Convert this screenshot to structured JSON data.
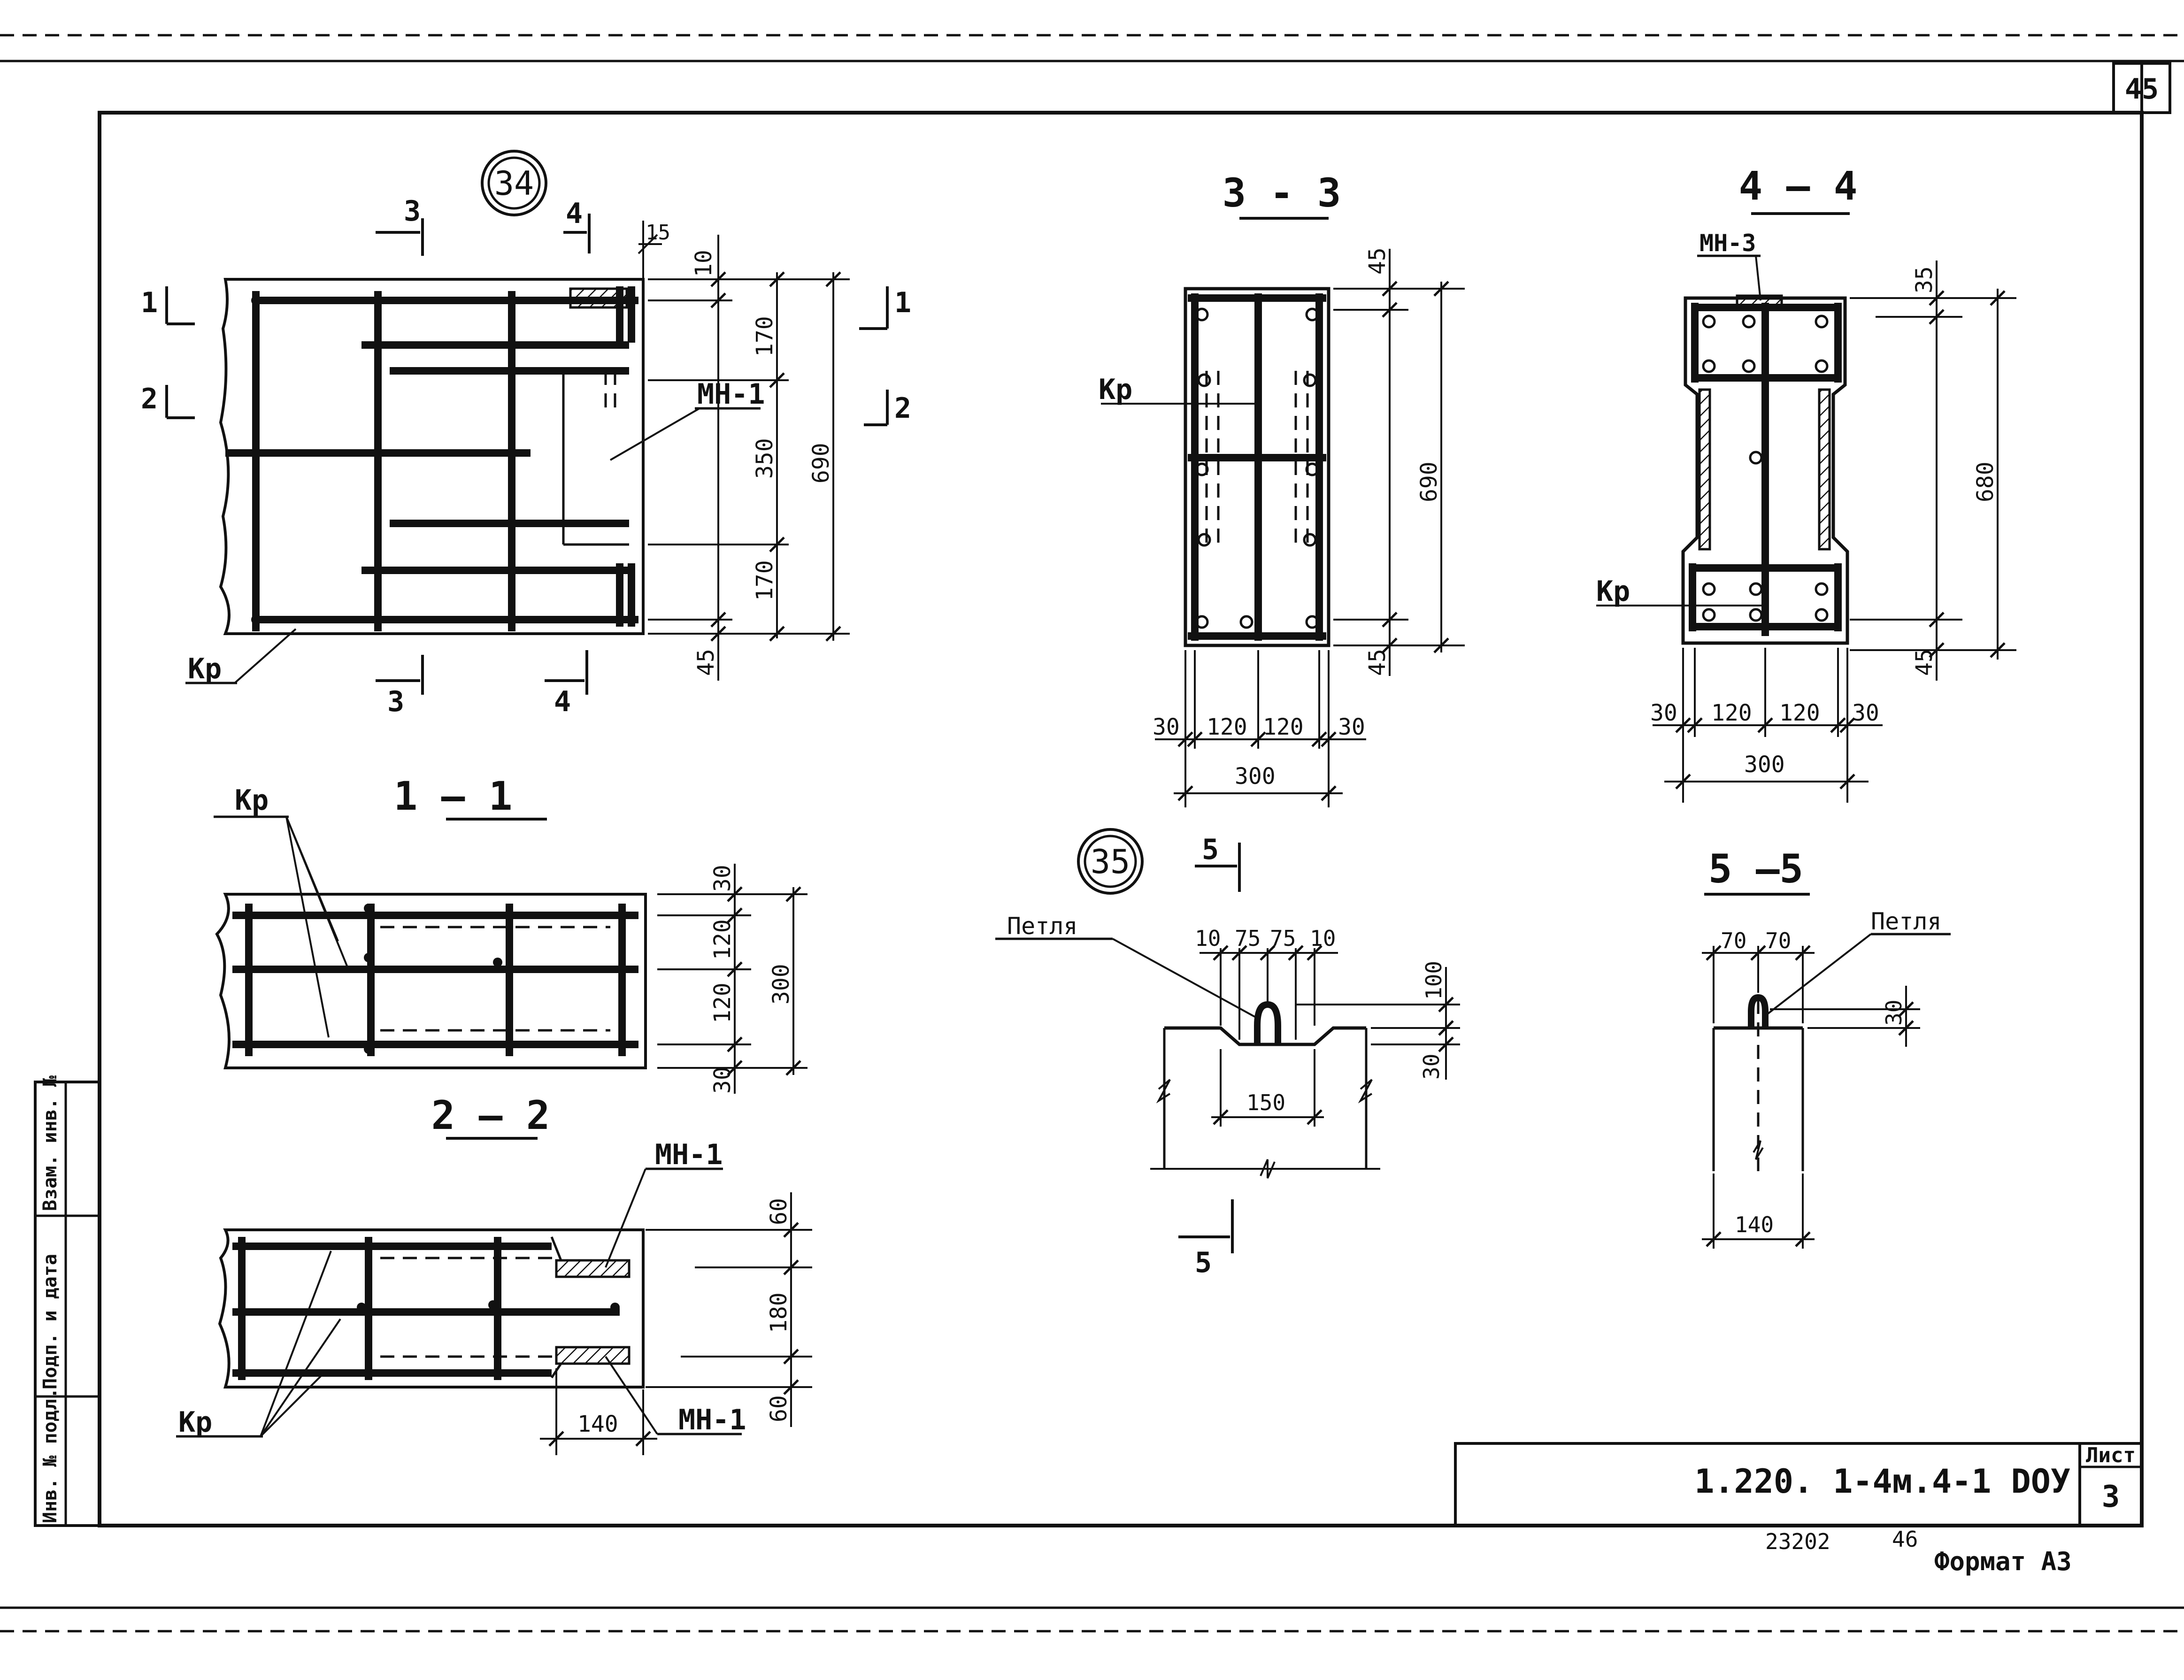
{
  "sheet": {
    "page_number": "45",
    "code": "1.220. 1-4м.4-1 DOУ",
    "sheet_label": "Лист",
    "sheet_number": "3",
    "archive_number": "23202",
    "copy_number": "46",
    "format": "Формат А3"
  },
  "side_stamp": {
    "inv_podl": "Инв. № подл.",
    "podp_data": "Подп. и дата",
    "vzam_inv": "Взам. инв. №"
  },
  "drawing34": {
    "mark": "34",
    "cut_3": "3",
    "cut_4": "4",
    "cut_1": "1",
    "cut_2": "2",
    "label_mn": "МН-1",
    "label_kr": "Кр",
    "dim_15": "15",
    "dim_10": "10",
    "dim_170a": "170",
    "dim_350": "350",
    "dim_170b": "170",
    "dim_690": "690",
    "dim_45": "45"
  },
  "section11": {
    "title": "1 — 1",
    "label_kr": "Кр",
    "dim_30a": "30",
    "dim_120a": "120",
    "dim_120b": "120",
    "dim_30b": "30",
    "dim_300": "300"
  },
  "section22": {
    "title": "2 — 2",
    "label_mn_top": "МН-1",
    "label_mn_bottom": "МН-1",
    "label_kr": "Кр",
    "dim_60a": "60",
    "dim_180": "180",
    "dim_60b": "60",
    "dim_140": "140"
  },
  "section33": {
    "title": "3 - 3",
    "label_kr": "Кр",
    "dim_45a": "45",
    "dim_690": "690",
    "dim_45b": "45",
    "dim_30a": "30",
    "dim_120a": "120",
    "dim_120b": "120",
    "dim_30b": "30",
    "dim_300": "300"
  },
  "section44": {
    "title": "4 — 4",
    "label_mn3": "МН-3",
    "label_kr": "Кр",
    "dim_35": "35",
    "dim_680": "680",
    "dim_45": "45",
    "dim_30a": "30",
    "dim_120a": "120",
    "dim_120b": "120",
    "dim_30b": "30",
    "dim_300": "300"
  },
  "drawing35": {
    "mark": "35",
    "cut_5": "5",
    "label_loop": "Петля",
    "dim_10a": "10",
    "dim_75a": "75",
    "dim_75b": "75",
    "dim_10b": "10",
    "dim_100": "100",
    "dim_30": "30",
    "dim_150": "150"
  },
  "section55": {
    "title": "5 —5",
    "label_loop": "Петля",
    "dim_70a": "70",
    "dim_70b": "70",
    "dim_30": "30",
    "dim_140": "140"
  }
}
